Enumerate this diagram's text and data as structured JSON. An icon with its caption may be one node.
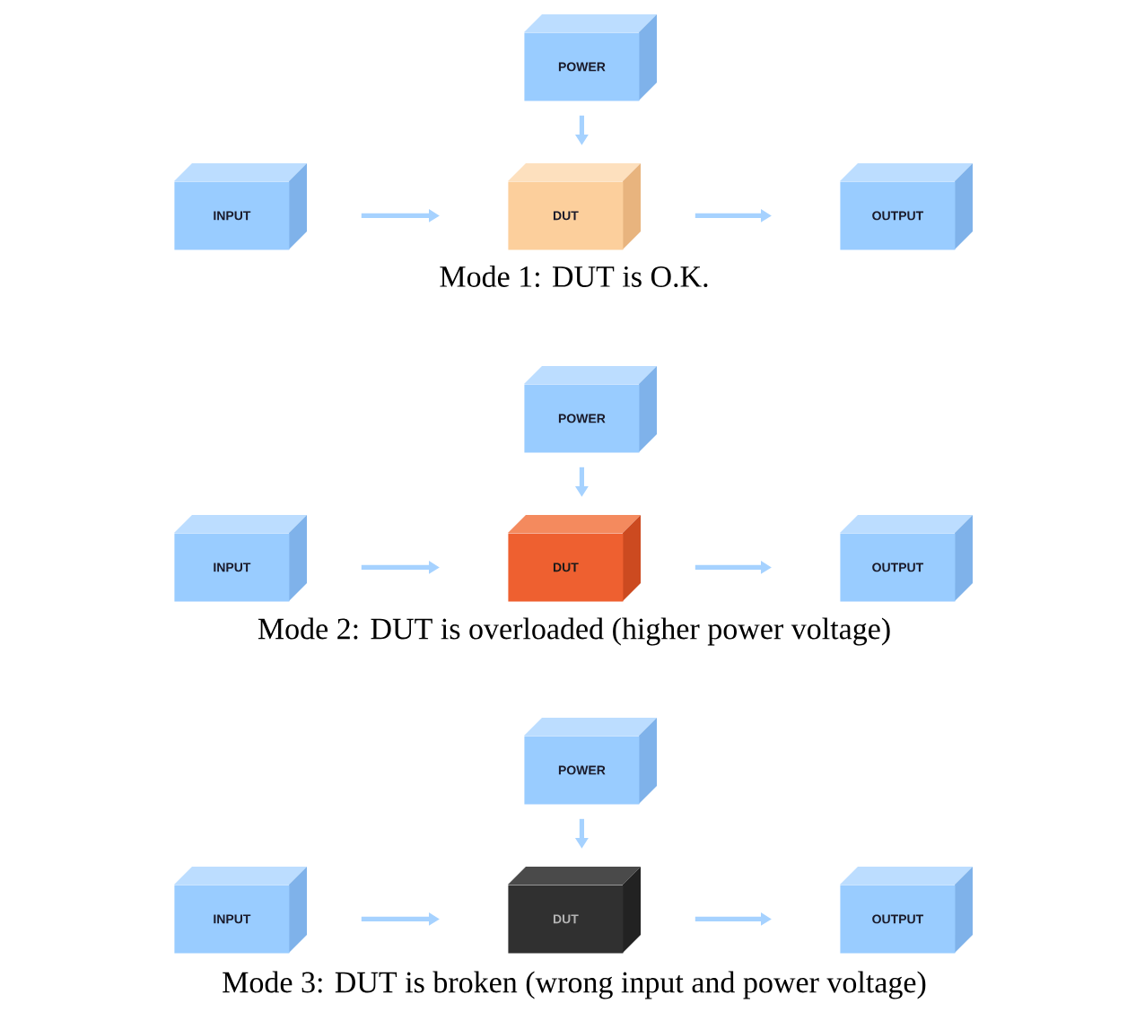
{
  "diagram": {
    "nodes": [
      {
        "text": [
          "POWER"
        ]
      },
      {
        "text": [
          "INPUT"
        ]
      },
      {
        "text": [
          "DUT"
        ]
      },
      {
        "text": [
          "OUTPUT"
        ]
      },
      {
        "text": [
          "POWER"
        ]
      },
      {
        "text": [
          "INPUT"
        ]
      },
      {
        "text": [
          "DUT"
        ]
      },
      {
        "text": [
          "OUTPUT"
        ]
      },
      {
        "text": [
          "POWER"
        ]
      },
      {
        "text": [
          "INPUT"
        ]
      },
      {
        "text": [
          "DUT"
        ]
      },
      {
        "text": [
          "OUTPUT"
        ]
      }
    ],
    "edges": [
      {
        "from": 0,
        "to": 2,
        "arrow": "to"
      },
      {
        "from": 1,
        "to": 2,
        "arrow": "to"
      },
      {
        "from": 2,
        "to": 3,
        "arrow": "to"
      },
      {
        "from": 4,
        "to": 6,
        "arrow": "to"
      },
      {
        "from": 5,
        "to": 6,
        "arrow": "to"
      },
      {
        "from": 6,
        "to": 7,
        "arrow": "to"
      },
      {
        "from": 8,
        "to": 10,
        "arrow": "to"
      },
      {
        "from": 9,
        "to": 10,
        "arrow": "to"
      },
      {
        "from": 10,
        "to": 11,
        "arrow": "to"
      }
    ],
    "labels": [
      "Mode 1: DUT is O.K.",
      "Mode 2: DUT is overloaded (higher power voltage)",
      "Mode 3: DUT is broken (wrong input and power voltage)"
    ]
  }
}
